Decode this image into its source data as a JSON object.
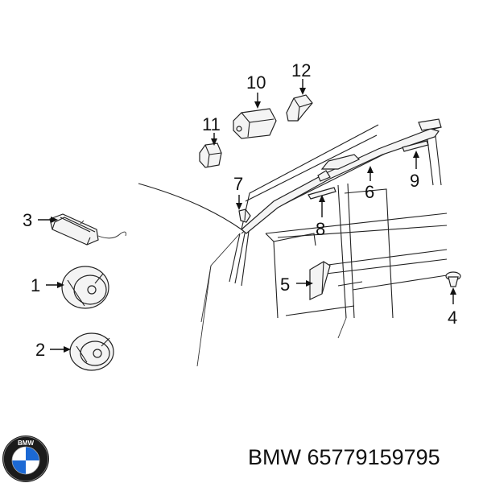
{
  "callouts": {
    "c1": "1",
    "c2": "2",
    "c3": "3",
    "c4": "4",
    "c5": "5",
    "c6": "6",
    "c7": "7",
    "c8": "8",
    "c9": "9",
    "c10": "10",
    "c11": "11",
    "c12": "12"
  },
  "footer": {
    "brand": "BMW",
    "part_number": "65779159795",
    "text": "BMW 65779159795"
  },
  "logo": {
    "letters": "BMW",
    "colors": {
      "ring": "#1b1b1b",
      "blue": "#1c69d4",
      "white": "#ffffff"
    }
  }
}
